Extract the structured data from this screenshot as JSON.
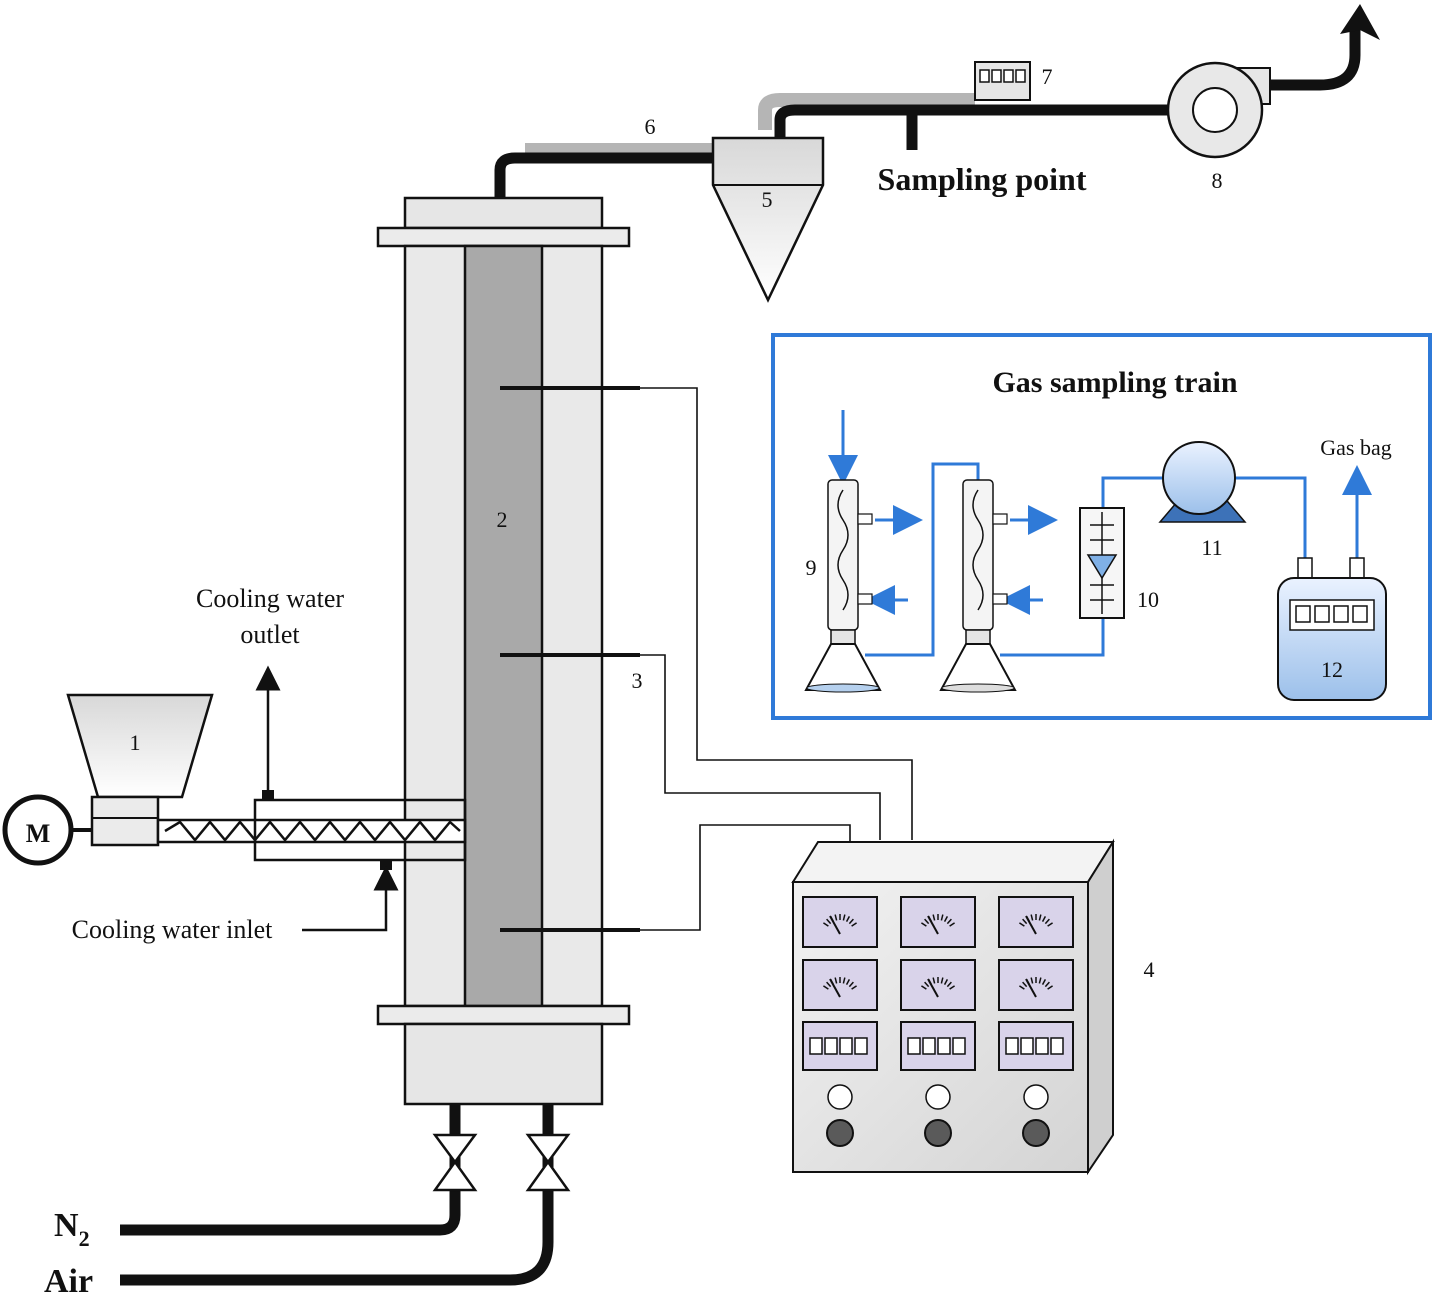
{
  "labels": {
    "hopper": "1",
    "reactor": "2",
    "thermocouple": "3",
    "control_box": "4",
    "cyclone": "5",
    "pipe": "6",
    "flow_meter": "7",
    "fan": "8",
    "condenser": "9",
    "rotameter": "10",
    "pump": "11",
    "gas_meter": "12",
    "motor": "M"
  },
  "captions": {
    "sampling_point": "Sampling point",
    "gas_train_title": "Gas sampling train",
    "gas_bag": "Gas bag",
    "cooling_water_outlet_line1": "Cooling water",
    "cooling_water_outlet_line2": "outlet",
    "cooling_water_inlet": "Cooling water inlet",
    "n2_base": "N",
    "n2_sub": "2",
    "air": "Air"
  },
  "colors": {
    "ink": "#111111",
    "steel_light": "#e8e8e8",
    "steel_mid": "#c9c9c9",
    "reactor_core": "#a9a9a9",
    "insulation": "#b7b7b7",
    "panel": "#e4e4e4",
    "gauge_face": "#d9d3ea",
    "sampling_blue": "#2f7ad8",
    "knob_dark": "#5a5a5a"
  }
}
